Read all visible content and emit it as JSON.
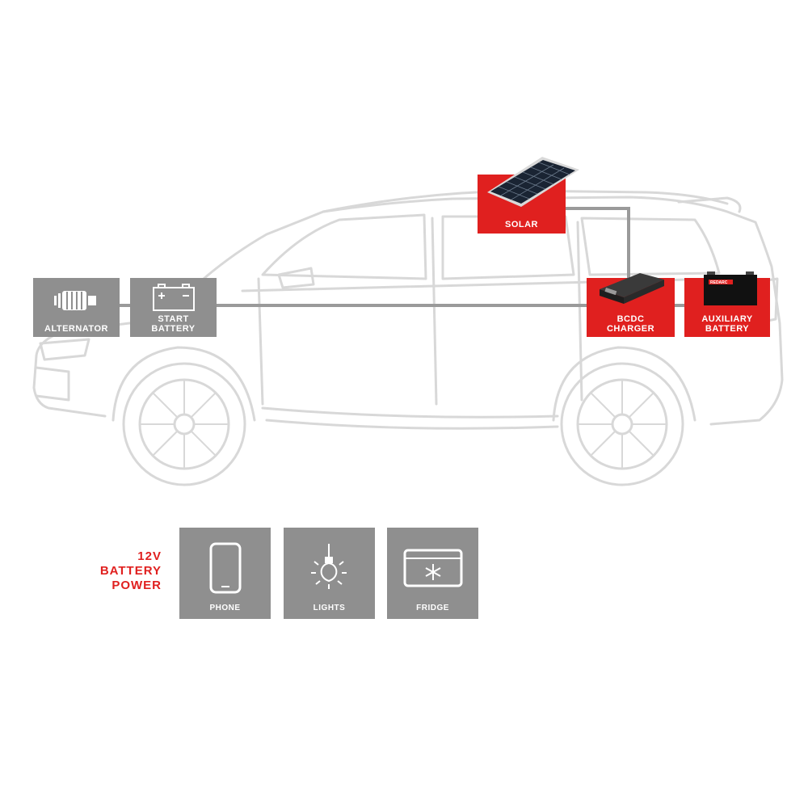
{
  "components": {
    "alternator": "ALTERNATOR",
    "start_battery": [
      "START",
      "BATTERY"
    ],
    "solar": "SOLAR",
    "bcdc_charger": [
      "BCDC",
      "CHARGER"
    ],
    "auxiliary_battery": [
      "AUXILIARY",
      "BATTERY"
    ],
    "aux_battery_brand": "REDARC"
  },
  "power": {
    "heading": [
      "12V",
      "BATTERY",
      "POWER"
    ]
  },
  "loads": [
    {
      "label": "PHONE",
      "icon": "phone-icon"
    },
    {
      "label": "LIGHTS",
      "icon": "light-bulb-icon"
    },
    {
      "label": "FRIDGE",
      "icon": "fridge-icon"
    }
  ],
  "colors": {
    "accent_red": "#e0201f",
    "box_grey": "#8f8f8f",
    "wire_grey": "#9a9a9a",
    "car_outline": "#d6d6d6"
  }
}
